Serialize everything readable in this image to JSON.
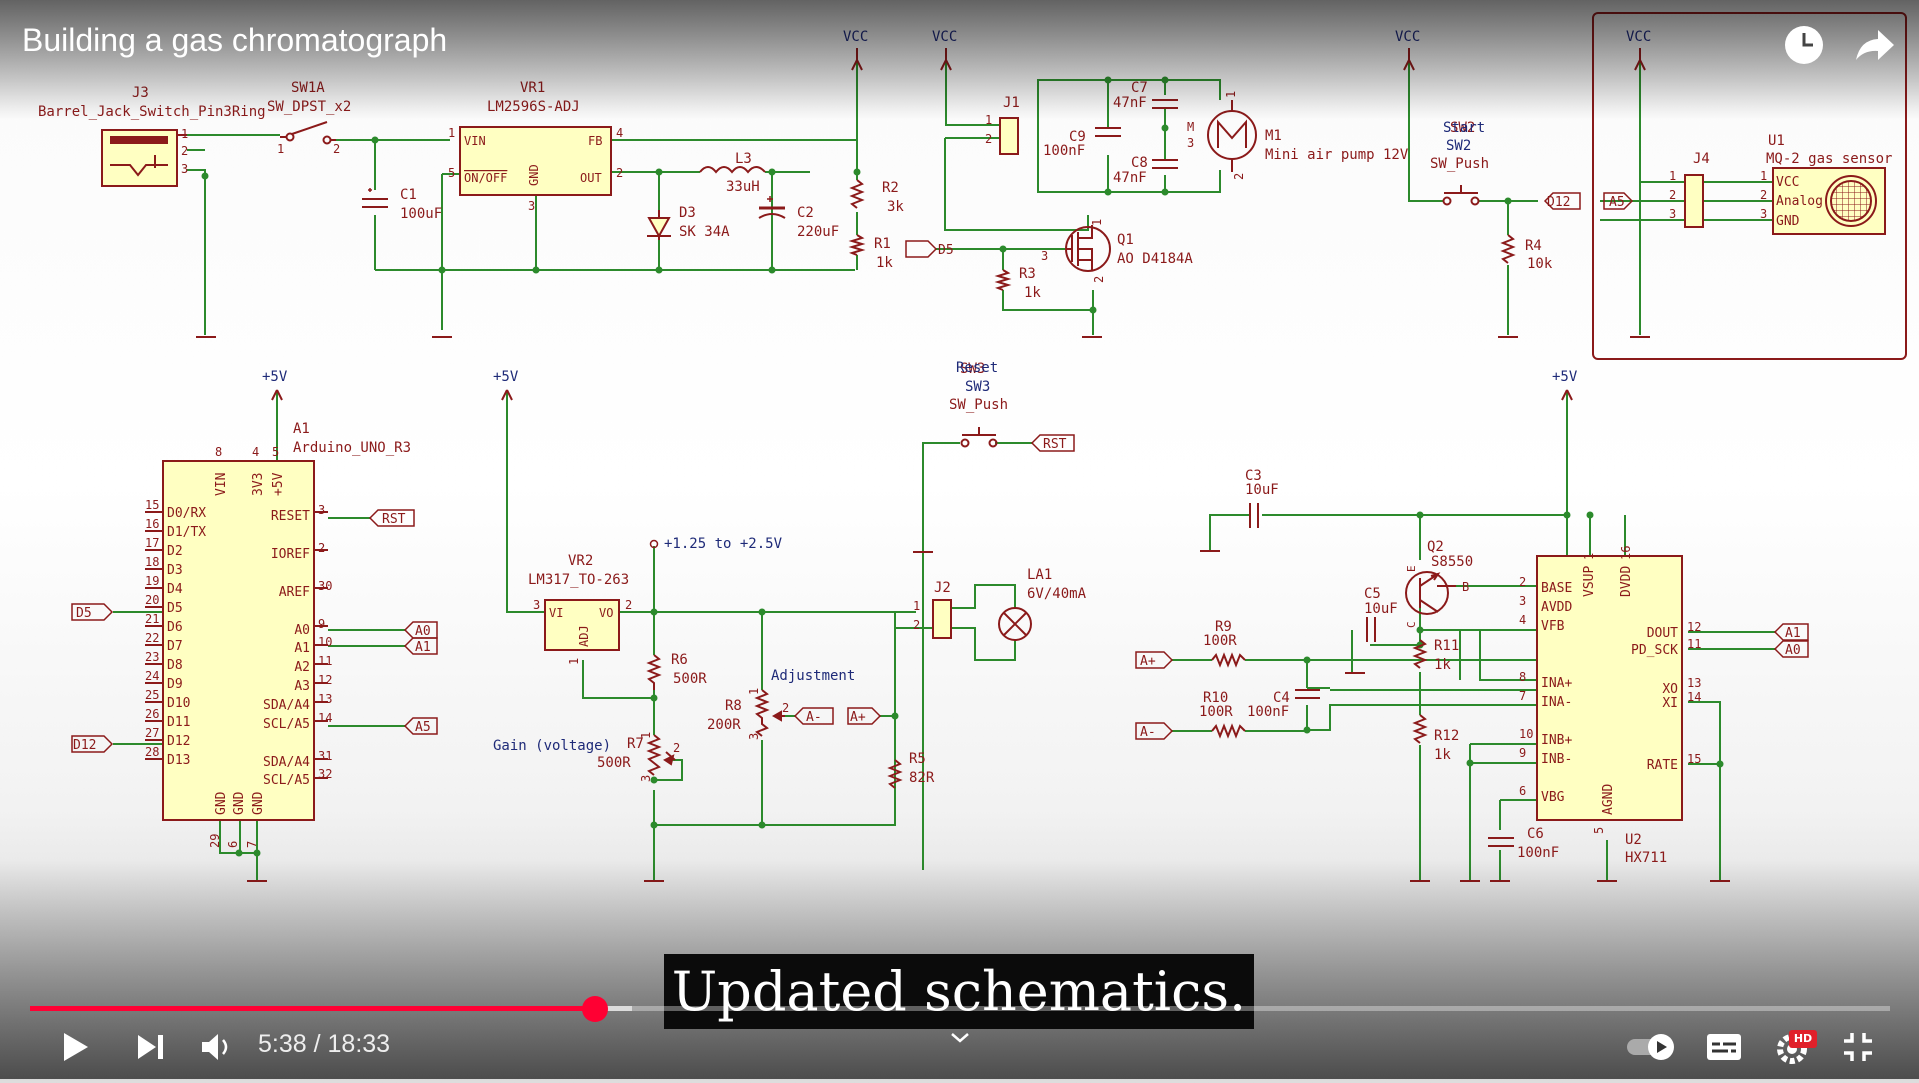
{
  "video": {
    "title": "Building a gas chromatograph",
    "caption": "Updated schematics.",
    "current_time": "5:38",
    "separator": " / ",
    "duration": "18:33",
    "progress": 0.304,
    "hd_badge": "HD",
    "colors": {
      "progress": "#ff0033",
      "caption_bg": "#0b0b0b",
      "wire": "#2c8a2c",
      "component": "#8b1a1a",
      "body": "#ffffc2",
      "net": "#1e2a78"
    }
  },
  "schematic": {
    "power": {
      "vcc": "VCC",
      "plus5v": "+5V"
    },
    "j3": {
      "ref": "J3",
      "val": "Barrel_Jack_Switch_Pin3Ring",
      "p1": "1",
      "p2": "2",
      "p3": "3"
    },
    "sw1a": {
      "ref": "SW1A",
      "val": "SW_DPST_x2",
      "p1": "1",
      "p2": "2"
    },
    "vr1": {
      "ref": "VR1",
      "val": "LM2596S-ADJ",
      "vin": "VIN",
      "fb": "FB",
      "onoff": "ON/OFF",
      "out": "OUT",
      "gnd": "GND",
      "p1": "1",
      "p2": "2",
      "p3": "3",
      "p4": "4",
      "p5": "5"
    },
    "c1": {
      "ref": "C1",
      "val": "100uF"
    },
    "l3": {
      "ref": "L3",
      "val": "33uH"
    },
    "d3": {
      "ref": "D3",
      "val": "SK 34A"
    },
    "c2": {
      "ref": "C2",
      "val": "220uF"
    },
    "r2": {
      "ref": "R2",
      "val": "3k"
    },
    "r1": {
      "ref": "R1",
      "val": "1k"
    },
    "j1": {
      "ref": "J1",
      "p1": "1",
      "p2": "2"
    },
    "c9": {
      "ref": "C9",
      "val": "100nF"
    },
    "c7": {
      "ref": "C7",
      "val": "47nF"
    },
    "c8": {
      "ref": "C8",
      "val": "47nF"
    },
    "m1": {
      "ref": "M1",
      "val": "Mini air pump 12V",
      "sym": "M",
      "p3": "3",
      "p1": "1",
      "p2": "2",
      "m": "M"
    },
    "q1": {
      "ref": "Q1",
      "val": "AO D4184A",
      "p1": "1",
      "p2": "2",
      "p3": "3"
    },
    "r3": {
      "ref": "R3",
      "val": "1k"
    },
    "sw2": {
      "name": "Start",
      "ref": "SW2",
      "val": "SW_Push"
    },
    "r4": {
      "ref": "R4",
      "val": "10k"
    },
    "j4": {
      "ref": "J4",
      "p1": "1",
      "p2": "2",
      "p3": "3"
    },
    "u1": {
      "ref": "U1",
      "val": "MQ-2 gas sensor",
      "vcc": "VCC",
      "analog": "Analog",
      "gnd": "GND",
      "p1": "1",
      "p2": "2",
      "p3": "3"
    },
    "a1": {
      "ref": "A1",
      "val": "Arduino_UNO_R3",
      "top_pins": [
        "VIN",
        "3V3",
        "+5V"
      ],
      "top_nums": [
        "8",
        "4",
        "5"
      ],
      "left_pins": [
        "D0/RX",
        "D1/TX",
        "D2",
        "D3",
        "D4",
        "D5",
        "D6",
        "D7",
        "D8",
        "D9",
        "D10",
        "D11",
        "D12",
        "D13"
      ],
      "left_nums": [
        "15",
        "16",
        "17",
        "18",
        "19",
        "20",
        "21",
        "22",
        "23",
        "24",
        "25",
        "26",
        "27",
        "28"
      ],
      "right_pins": [
        "RESET",
        "IOREF",
        "AREF",
        "A0",
        "A1",
        "A2",
        "A3",
        "SDA/A4",
        "SCL/A5",
        "SDA/A4",
        "SCL/A5"
      ],
      "right_nums": [
        "3",
        "2",
        "30",
        "9",
        "10",
        "11",
        "12",
        "13",
        "14",
        "31",
        "32"
      ],
      "bottom_pins": [
        "GND",
        "GND",
        "GND"
      ],
      "bottom_nums": [
        "29",
        "6",
        "7"
      ]
    },
    "sw3": {
      "name": "Reset",
      "ref": "SW3",
      "val": "SW_Push"
    },
    "vr2": {
      "ref": "VR2",
      "val": "LM317_TO-263",
      "vi": "VI",
      "vo": "VO",
      "adj": "ADJ",
      "p1": "1",
      "p2": "2",
      "p3": "3"
    },
    "vnote": "+1.25 to +2.5V",
    "r6": {
      "ref": "R6",
      "val": "500R"
    },
    "r7": {
      "ref": "R7",
      "val": "500R",
      "note": "Gain (voltage)",
      "p1": "1",
      "p2": "2",
      "p3": "3"
    },
    "r8": {
      "ref": "R8",
      "val": "200R",
      "note": "Adjustment",
      "p1": "1",
      "p2": "2",
      "p3": "3"
    },
    "j2": {
      "ref": "J2",
      "p1": "1",
      "p2": "2"
    },
    "la1": {
      "ref": "LA1",
      "val": "6V/40mA"
    },
    "r5": {
      "ref": "R5",
      "val": "82R"
    },
    "c3": {
      "ref": "C3",
      "val": "10uF"
    },
    "q2": {
      "ref": "Q2",
      "val": "S8550",
      "e": "E",
      "b": "B",
      "c": "C"
    },
    "c5": {
      "ref": "C5",
      "val": "10uF"
    },
    "r11": {
      "ref": "R11",
      "val": "1k"
    },
    "r12": {
      "ref": "R12",
      "val": "1k"
    },
    "r9": {
      "ref": "R9",
      "val": "100R"
    },
    "r10": {
      "ref": "R10",
      "val": "100R"
    },
    "c4": {
      "ref": "C4",
      "val": "100nF"
    },
    "c6": {
      "ref": "C6",
      "val": "100nF"
    },
    "u2": {
      "ref": "U2",
      "val": "HX711",
      "left_pins": [
        "BASE",
        "AVDD",
        "VFB",
        "INA+",
        "INA-",
        "INB+",
        "INB-",
        "VBG"
      ],
      "left_nums": [
        "2",
        "3",
        "4",
        "8",
        "7",
        "10",
        "9",
        "6"
      ],
      "top_pins": [
        "VSUP",
        "DVDD"
      ],
      "top_nums": [
        "1",
        "16"
      ],
      "right_pins": [
        "DOUT",
        "PD_SCK",
        "XO",
        "XI",
        "RATE"
      ],
      "right_nums": [
        "12",
        "11",
        "13",
        "14",
        "15"
      ],
      "bottom_pins": [
        "AGND"
      ],
      "bottom_nums": [
        "5"
      ]
    },
    "labels": {
      "d5": "D5",
      "d12": "D12",
      "a5": "A5",
      "a0": "A0",
      "a1": "A1",
      "rst": "RST",
      "aminus": "A-",
      "aplus": "A+"
    }
  }
}
